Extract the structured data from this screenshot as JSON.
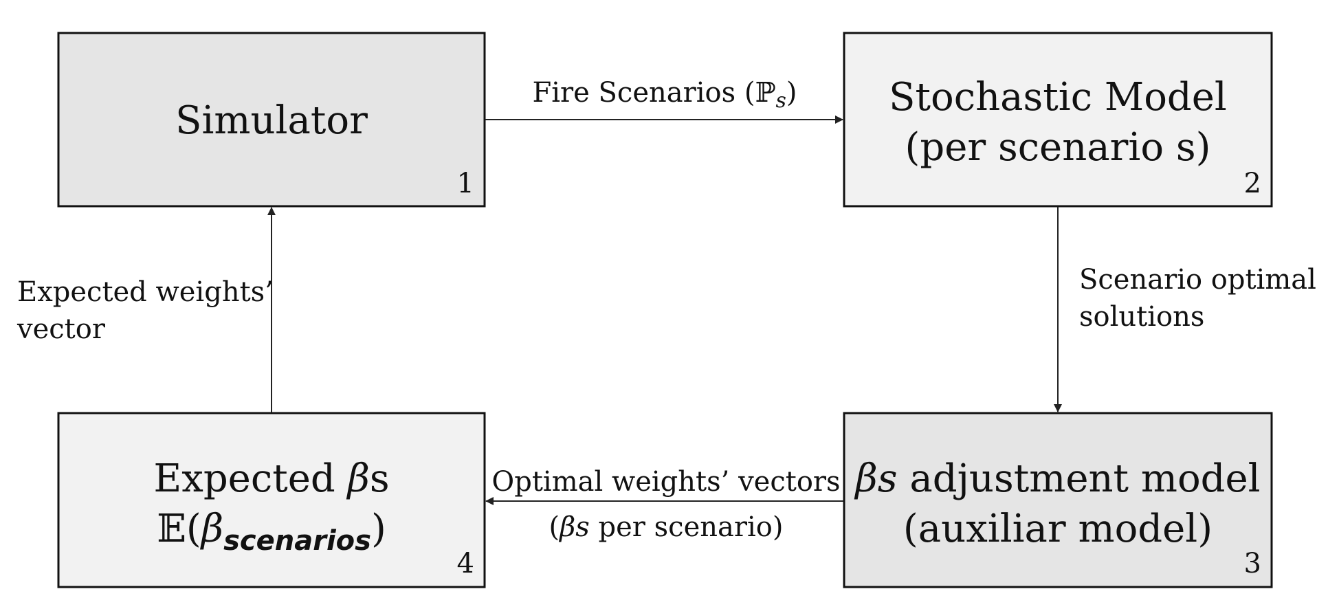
{
  "boxes": {
    "simulator": {
      "title": "Simulator",
      "number": "1",
      "fill": "#e5e5e5"
    },
    "stochastic": {
      "line1": "Stochastic Model",
      "line2": "(per scenario s)",
      "number": "2",
      "fill": "#f2f2f2"
    },
    "adjustment": {
      "beta": "β",
      "beta_sub": "s",
      "line1_rest": " adjustment model",
      "line2": "(auxiliar model)",
      "number": "3",
      "fill": "#e5e5e5"
    },
    "expected": {
      "line1_prefix": "Expected ",
      "beta": "β",
      "line1_suffix": "s",
      "line2_open": "𝔼(",
      "beta2": "β",
      "line2_sub": "scenarios",
      "line2_close": ")",
      "number": "4",
      "fill": "#f2f2f2"
    }
  },
  "edges": {
    "fire_scenarios": {
      "prefix": "Fire Scenarios (",
      "symbol": "ℙ",
      "sub": "s",
      "suffix": ")"
    },
    "scenario_optimal": {
      "line1": "Scenario optimal",
      "line2": "solutions"
    },
    "optimal_weights": {
      "line1": "Optimal weights’ vectors",
      "line2_open": "(",
      "beta": "β",
      "beta_sub": "s",
      "line2_rest": " per scenario)"
    },
    "expected_weights": {
      "line1": "Expected weights’",
      "line2": "vector"
    }
  },
  "colors": {
    "border": "#111111",
    "arrow": "#222222"
  }
}
